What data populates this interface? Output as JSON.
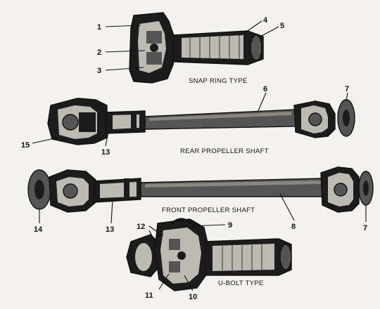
{
  "captions": {
    "snap_ring": "SNAP RING TYPE",
    "rear_shaft": "REAR PROPELLER SHAFT",
    "front_shaft": "FRONT PROPELLER SHAFT",
    "u_bolt": "U-BOLT TYPE"
  },
  "callouts": {
    "c1": "1",
    "c2": "2",
    "c3": "3",
    "c4": "4",
    "c5": "5",
    "c6": "6",
    "c7a": "7",
    "c7b": "7",
    "c8": "8",
    "c9": "9",
    "c10": "10",
    "c11": "11",
    "c12": "12",
    "c13a": "13",
    "c13b": "13",
    "c14": "14",
    "c15": "15"
  }
}
